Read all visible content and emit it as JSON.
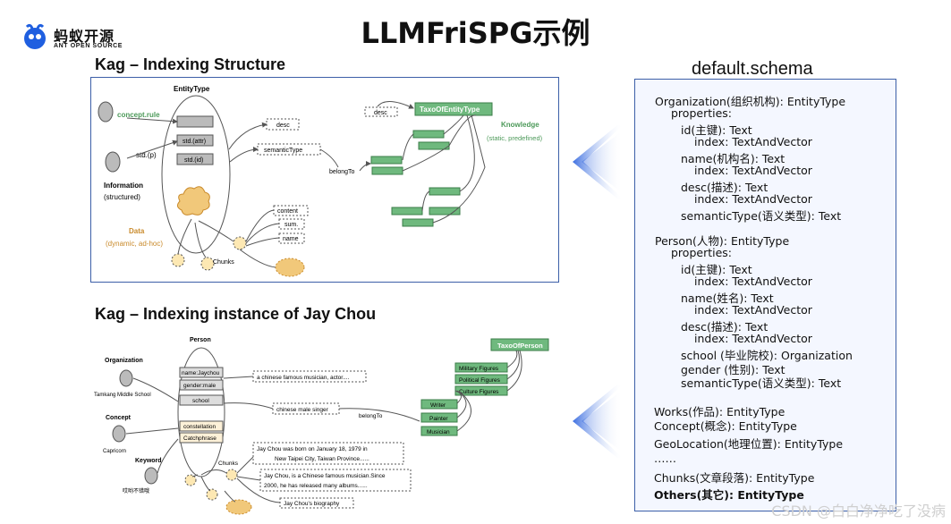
{
  "logo": {
    "cn": "蚂蚁开源",
    "en": "ANT OPEN SOURCE"
  },
  "title": "LLMFriSPG示例",
  "section1": {
    "title": "Kag – Indexing Structure",
    "labels": {
      "entity_type": "EntityType",
      "concept_rule": "concept.rule",
      "std_p": "std.(p)",
      "information": "Information",
      "structured": "(structured)",
      "data": "Data",
      "dynamic": "(dynamic, ad-hoc)",
      "std_attr": "std.(attr)",
      "std_id": "std.(id)",
      "desc": "desc",
      "semantic_type": "semanticType",
      "belong_to": "belongTo",
      "desc2": "desc",
      "taxo": "TaxoOfEntityType",
      "knowledge": "Knowledge",
      "knowledge_sub": "(static, predefined)",
      "content": "content",
      "sum": "sum.",
      "name": "name",
      "chunks": "Chunks"
    }
  },
  "section2": {
    "title": "Kag – Indexing instance of Jay Chou",
    "labels": {
      "person": "Person",
      "organization": "Organization",
      "tamkang": "Tamkang Middle School",
      "concept": "Concept",
      "capricorn": "Capricorn",
      "keyword": "Keyword",
      "keyword_val": "哎哟不错哦",
      "name_jay": "name:Jaychou",
      "gender_male": "gender:male",
      "school": "school",
      "constellation": "constellation",
      "catchphrase": "Catchphrase",
      "musician_desc": "a chinese famous musician, actor....",
      "chinese_male_singer": "chinese male singer",
      "belong_to": "belongTo",
      "taxo_person": "TaxoOfPerson",
      "military": "Military Figures",
      "political": "Political Figures",
      "culture": "Culture Figures",
      "writer": "Writer",
      "painter": "Painter",
      "musician": "Musician",
      "chunks": "Chunks",
      "chunk1a": "Jay Chou was born on January 18, 1979 in",
      "chunk1b": "New Taipei City, Taiwan Province......",
      "chunk2a": "Jay Chou, is a Chinese famous musician.Since",
      "chunk2b": "2000, he has released many albums......",
      "bio": "Jay Chou's biography"
    }
  },
  "schema": {
    "title": "default.schema",
    "lines": [
      "Organization(组织机构): EntityType",
      "properties:",
      "id(主键): Text",
      "index: TextAndVector",
      "name(机构名): Text",
      "index: TextAndVector",
      "desc(描述): Text",
      "index: TextAndVector",
      "semanticType(语义类型): Text",
      "Person(人物): EntityType",
      "properties:",
      "id(主键): Text",
      "index: TextAndVector",
      "name(姓名): Text",
      "index: TextAndVector",
      "desc(描述): Text",
      "index: TextAndVector",
      "school (毕业院校): Organization",
      "gender (性别): Text",
      "semanticType(语义类型): Text",
      "Works(作品): EntityType",
      "Concept(概念): EntityType",
      "GeoLocation(地理位置): EntityType",
      "……",
      "Chunks(文章段落): EntityType",
      "Others(其它): EntityType"
    ]
  },
  "watermark": "CSDN @白白净净吃了没病",
  "colors": {
    "accent_green": "#6fb97e",
    "data_orange": "#c98a2b",
    "frame_blue": "#3c5fa8",
    "arrow_blue": "#4f7fe0"
  }
}
